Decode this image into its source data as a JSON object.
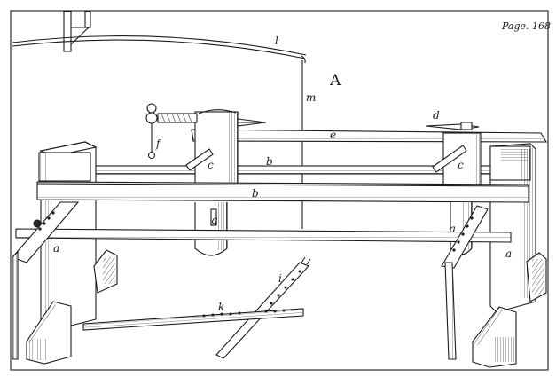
{
  "page_label": "Page. 168",
  "figure_label": "A",
  "labels": {
    "l": "l",
    "m": "m",
    "d": "d",
    "e": "e",
    "f": "f",
    "c_left": "c",
    "c_right": "c",
    "b_upper": "b",
    "b_lower": "b",
    "g_left": "g",
    "g_right": "g",
    "a_left": "a",
    "a_right": "a",
    "i": "i",
    "k": "k"
  }
}
